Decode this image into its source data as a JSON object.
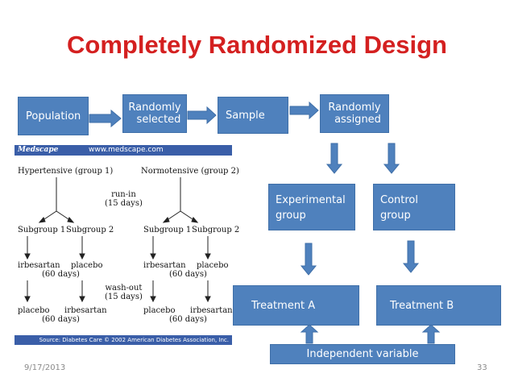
{
  "slide": {
    "title": "Completely Randomized Design",
    "date": "9/17/2013",
    "page_number": "33"
  },
  "flow": {
    "population": "Population",
    "randomly_selected_line1": "Randomly",
    "randomly_selected_line2": "selected",
    "sample": "Sample",
    "randomly_assigned_line1": "Randomly",
    "randomly_assigned_line2": "assigned",
    "experimental_line1": "Experimental",
    "experimental_line2": "group",
    "control_line1": "Control",
    "control_line2": "group",
    "treatment_a": "Treatment A",
    "treatment_b": "Treatment B",
    "independent_variable": "Independent variable"
  },
  "figure": {
    "brand": "Medscape",
    "url": "www.medscape.com",
    "hypertensive": "Hypertensive (group 1)",
    "normotensive": "Normotensive (group 2)",
    "run_in_line1": "run-in",
    "run_in_line2": "(15 days)",
    "subgroup1_a": "Subgroup 1",
    "subgroup2_a": "Subgroup 2",
    "subgroup1_b": "Subgroup 1",
    "subgroup2_b": "Subgroup 2",
    "irbesartan_a": "irbesartan",
    "placebo_a": "placebo",
    "sixty_days_a": "(60 days)",
    "irbesartan_b": "irbesartan",
    "placebo_b": "placebo",
    "sixty_days_b": "(60 days)",
    "washout_line1": "wash-out",
    "washout_line2": "(15 days)",
    "placebo_c": "placebo",
    "irbesartan_c": "irbesartan",
    "sixty_days_c": "(60 days)",
    "placebo_d": "placebo",
    "irbesartan_d": "irbesartan",
    "sixty_days_d": "(60 days)",
    "source": "Source: Diabetes Care © 2002 American Diabetes Association, Inc."
  },
  "colors": {
    "title": "#d42020",
    "box_fill": "#4f81bd",
    "figure_banner": "#3a5ea8"
  }
}
